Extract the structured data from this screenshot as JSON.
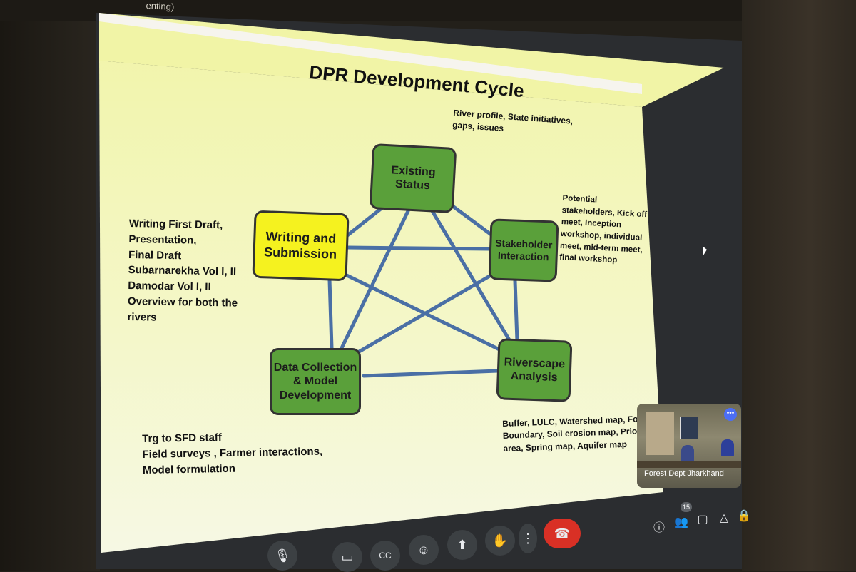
{
  "window": {
    "top_label": "enting)"
  },
  "slide": {
    "title": "DPR Development Cycle",
    "nodes": {
      "existing": "Existing\nStatus",
      "stakeholder": "Stakeholder\nInteraction",
      "writing": "Writing and\nSubmission",
      "data": "Data Collection\n& Model\nDevelopment",
      "riverscape": "Riverscape\nAnalysis"
    },
    "notes": {
      "top": "River profile, State initiatives,\ngaps, issues",
      "right": "Potential\nstakeholders, Kick off\nmeet, Inception\nworkshop, individual\nmeet, mid-term meet,\nfinal workshop",
      "left": "Writing First Draft,\nPresentation,\nFinal Draft\nSubarnarekha Vol I, II\nDamodar Vol I, II\nOverview for both the\nrivers",
      "bottom_left": "Trg to SFD staff\nField surveys , Farmer interactions,\nModel formulation",
      "bottom_right": "Buffer, LULC, Watershed map, Fores\nBoundary, Soil erosion map, Priority\narea, Spring map, Aquifer map"
    },
    "colors": {
      "node_green": "#5aa03a",
      "node_yellow": "#f5f21f",
      "edge": "#4a6fa5"
    }
  },
  "participant_tile": {
    "label": "Forest Dept Jharkhand",
    "more_icon": "more-dots-icon"
  },
  "controls": {
    "participant_count": "15",
    "buttons": [
      "mic-icon",
      "camera-icon",
      "captions-icon",
      "emoji-icon",
      "present-icon",
      "raise-hand-icon",
      "more-options-icon",
      "end-call-icon"
    ],
    "side": [
      "info-icon",
      "people-icon",
      "chat-icon",
      "activities-icon",
      "host-controls-icon"
    ]
  }
}
